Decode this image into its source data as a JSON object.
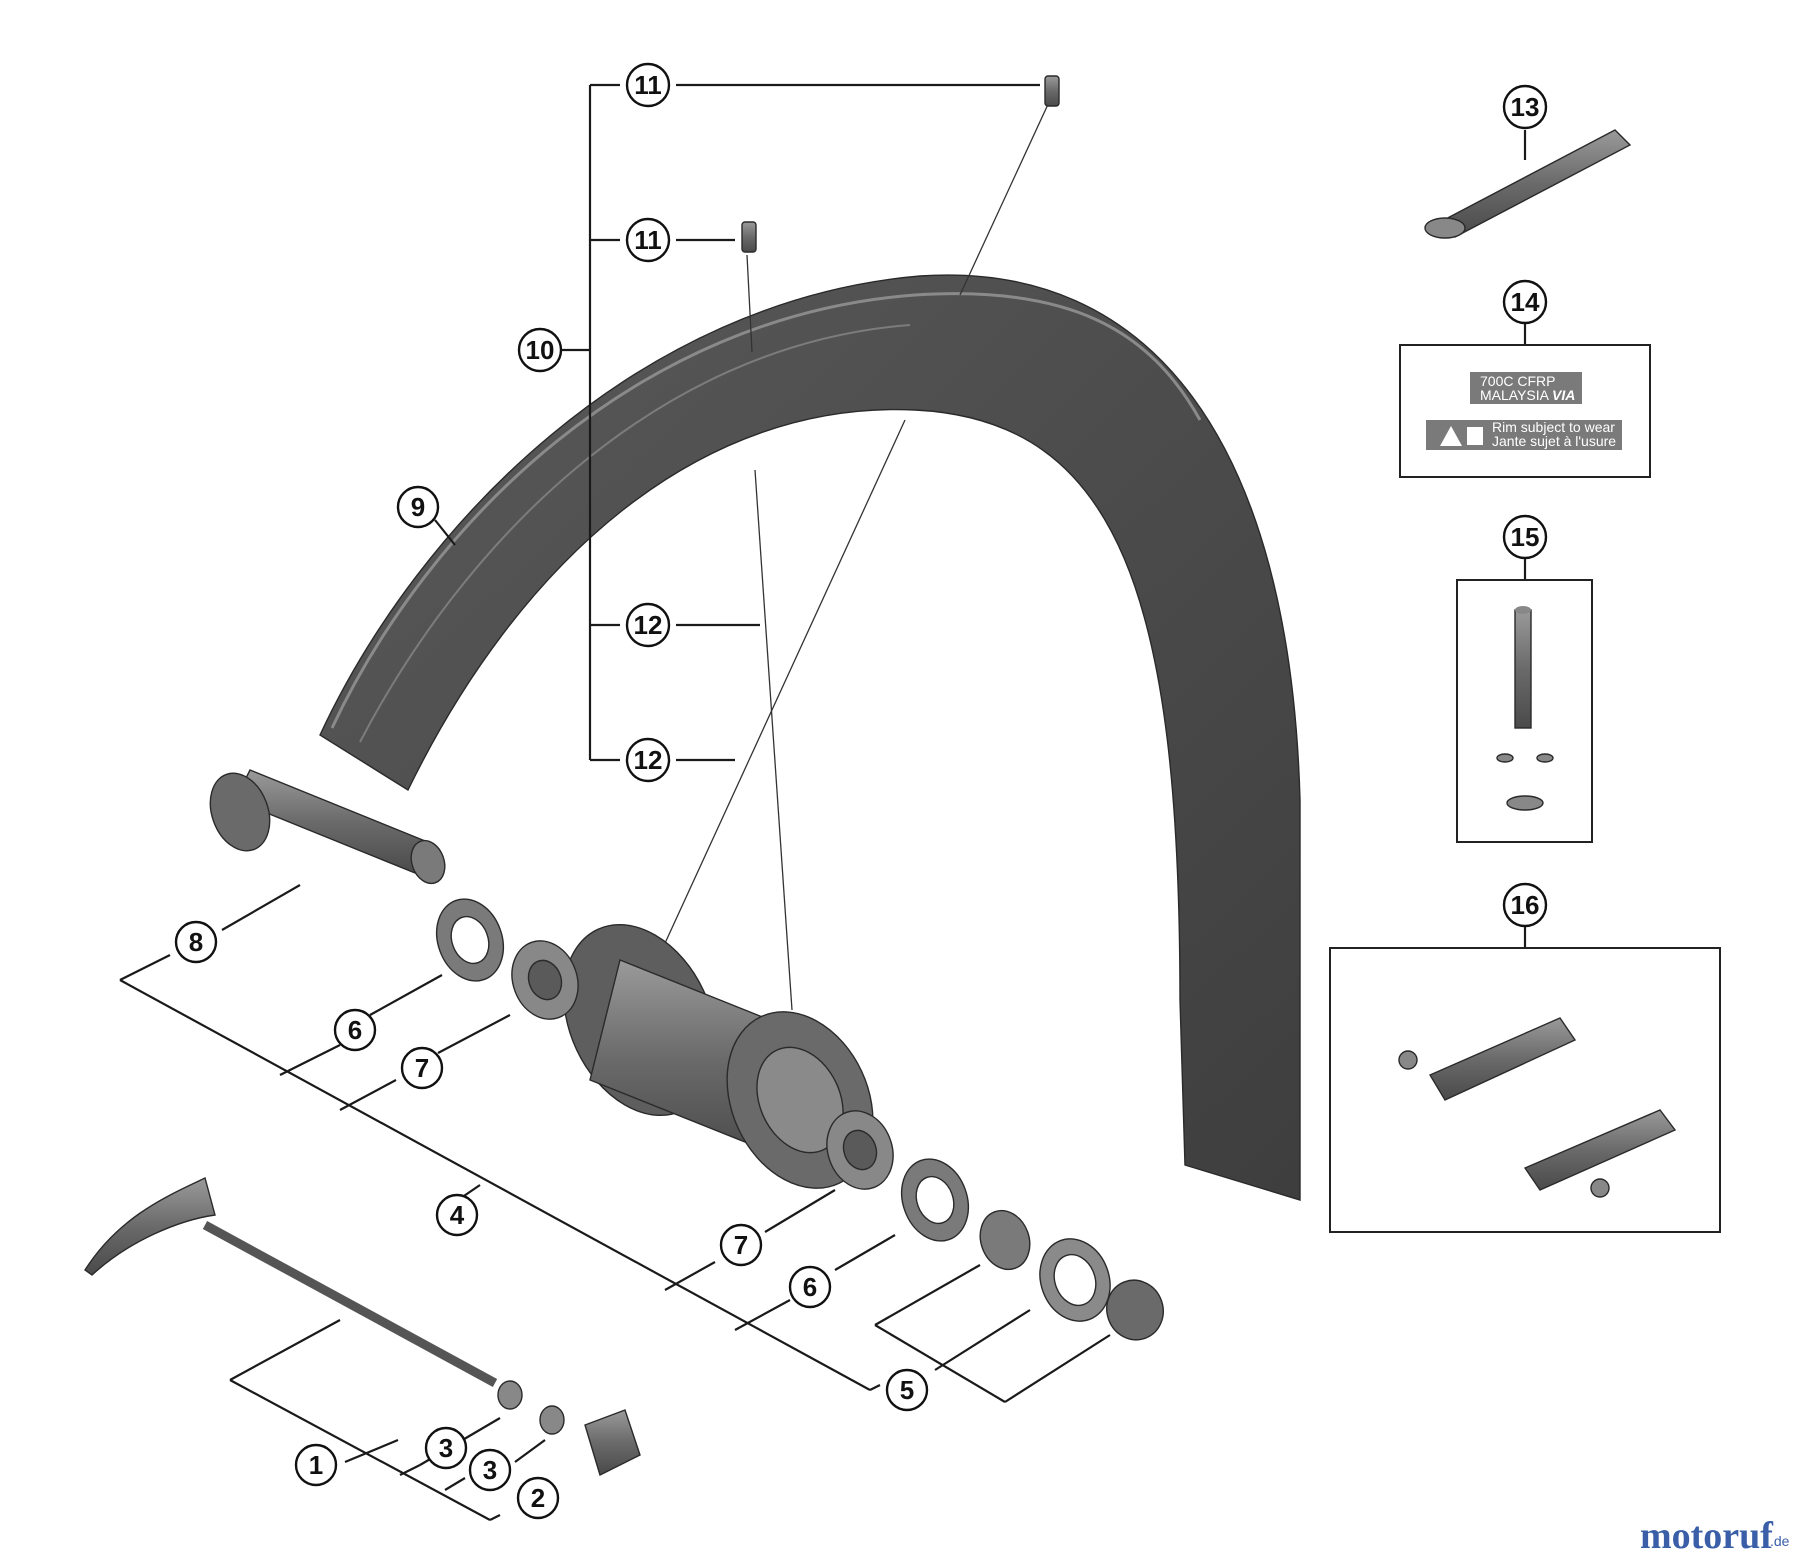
{
  "callouts": {
    "c1": "1",
    "c2": "2",
    "c3a": "3",
    "c3b": "3",
    "c4": "4",
    "c5": "5",
    "c6a": "6",
    "c6b": "6",
    "c7a": "7",
    "c7b": "7",
    "c8": "8",
    "c9": "9",
    "c10": "10",
    "c11a": "11",
    "c11b": "11",
    "c12a": "12",
    "c12b": "12",
    "c13": "13",
    "c14": "14",
    "c15": "15",
    "c16": "16"
  },
  "rim_label": {
    "line1": "700C  CFRP",
    "line2": "MALAYSIA",
    "brand": "VIA",
    "warn_line1": "Rim subject to wear",
    "warn_line2": "Jante sujet à l'usure"
  },
  "watermark": {
    "text": "motoruf",
    "suffix": ".de",
    "color_primary": "#3a5fa8",
    "color_accent": "#d8392b"
  },
  "colors": {
    "part_fill": "#6e6e6e",
    "part_dark": "#4a4a4a",
    "part_light": "#9a9a9a"
  }
}
